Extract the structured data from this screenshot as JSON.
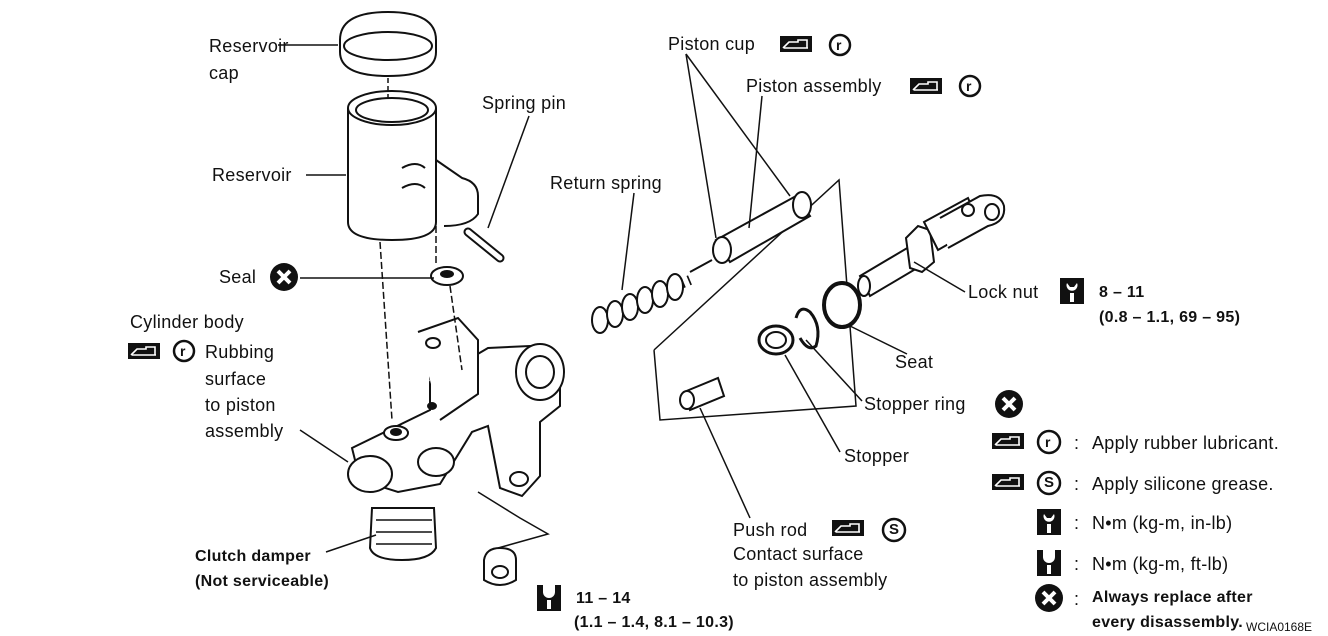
{
  "labels": {
    "reservoir_cap_1": "Reservoir",
    "reservoir_cap_2": "cap",
    "reservoir": "Reservoir",
    "spring_pin": "Spring pin",
    "seal": "Seal",
    "cylinder_body": "Cylinder body",
    "rubbing_1": "Rubbing",
    "rubbing_2": "surface",
    "rubbing_3": "to piston",
    "rubbing_4": "assembly",
    "clutch_damper_1": "Clutch damper",
    "clutch_damper_2": "(Not serviceable)",
    "piston_cup": "Piston cup",
    "piston_assembly": "Piston assembly",
    "return_spring": "Return spring",
    "lock_nut": "Lock nut",
    "lock_nut_torque_1": "8 – 11",
    "lock_nut_torque_2": "(0.8 – 1.1, 69 – 95)",
    "seat": "Seat",
    "stopper_ring": "Stopper ring",
    "stopper": "Stopper",
    "push_rod": "Push rod",
    "contact_1": "Contact surface",
    "contact_2": "to piston assembly",
    "bottom_torque_1": "11 – 14",
    "bottom_torque_2": "(1.1 – 1.4, 8.1 – 10.3)"
  },
  "legend": {
    "sep": ":",
    "rubber": "Apply rubber lubricant.",
    "silicone": "Apply silicone grease.",
    "nm_inlb": "N•m (kg-m, in-lb)",
    "nm_ftlb": "N•m (kg-m, ft-lb)",
    "replace_1": "Always replace after",
    "replace_2": "every disassembly."
  },
  "symbols": {
    "r": "r",
    "s": "S"
  },
  "figure_code": "WCIA0168E",
  "icons": [
    "lubricant-can-icon",
    "rubber-circle-icon",
    "silicone-circle-icon",
    "torque-wrench-closed-icon",
    "torque-wrench-open-icon",
    "replace-x-icon"
  ]
}
